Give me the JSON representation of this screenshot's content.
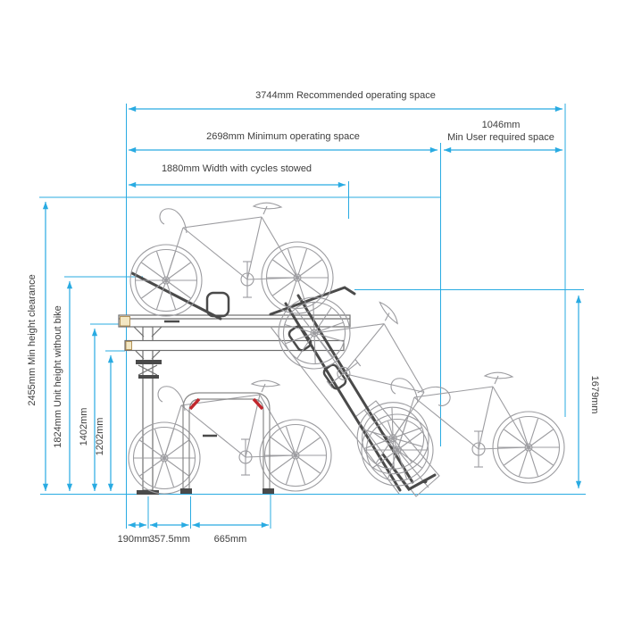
{
  "page": {
    "background": "#FFFFFF",
    "title": "Two-tier cycle rack dimension diagram"
  },
  "colors": {
    "dimension_accent": "#29ABE2",
    "label_text": "#3D3D3D",
    "structure_dark": "#4A4A4A",
    "structure_mid": "#6E6E6E",
    "bike_outline": "#9C9CA0",
    "hoop_accent_red": "#C1272D",
    "beam_cap_fill": "#F3E7C3",
    "beam_cap_border": "#B3935A"
  },
  "dimensions": {
    "recommended_operating_space": "3744mm Recommended operating space",
    "minimum_operating_space": "2698mm Minimum operating space",
    "min_user_required_space_value": "1046mm",
    "min_user_required_space_label": "Min User required space",
    "width_cycles_stowed": "1880mm Width with cycles stowed",
    "min_height_clearance": "2455mm Min height clearance",
    "unit_height_without_bike": "1824mm Unit height without bike",
    "upper_beam_height": "1402mm",
    "lower_beam_height": "1202mm",
    "lowered_tray_height": "1679mm",
    "base_offset": "190mm",
    "stand_spacing": "357.5mm",
    "hoop_width": "665mm"
  }
}
